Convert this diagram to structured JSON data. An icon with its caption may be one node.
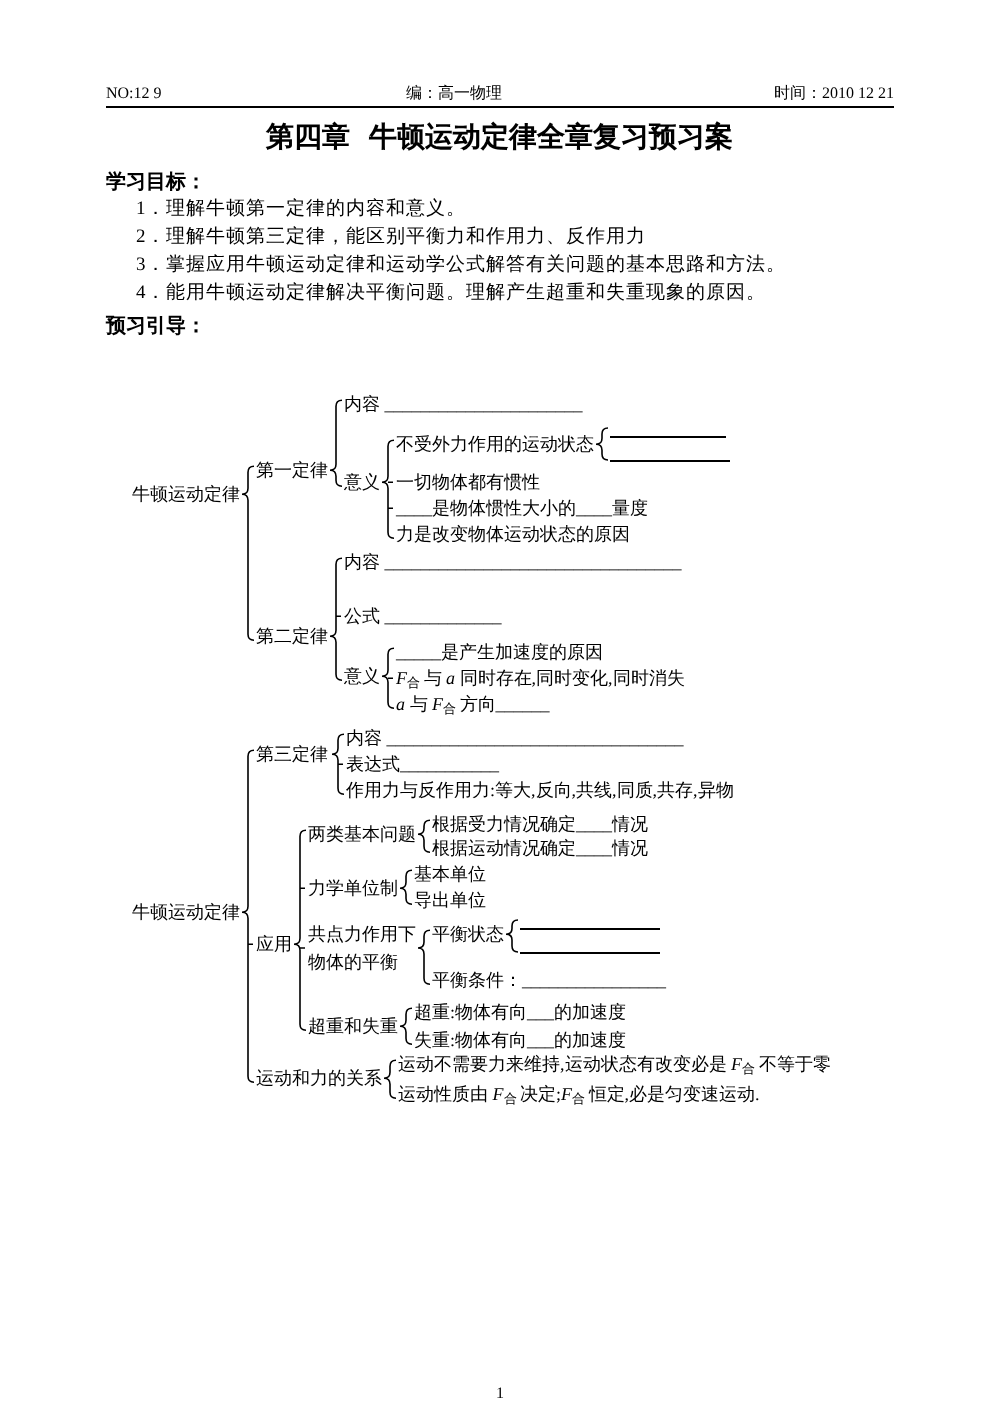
{
  "diagram": {
    "title": "第四章  牛顿运动定律全章复习预习案",
    "nodes": [
      {
        "text": [
          "牛顿运动定律"
        ]
      },
      {
        "text": [
          "第一定律"
        ]
      },
      {
        "text": [
          "内容 ______________________"
        ]
      },
      {
        "text": [
          "意义"
        ]
      },
      {
        "text": [
          "不受外力作用的运动状态"
        ]
      },
      {
        "text": [],
        "shape": "line"
      },
      {
        "text": [],
        "shape": "line"
      },
      {
        "text": [
          "一切物体都有惯性"
        ]
      },
      {
        "text": [
          "____是物体惯性大小的____量度"
        ]
      },
      {
        "text": [
          "力是改变物体运动状态的原因"
        ]
      },
      {
        "text": [
          "第二定律"
        ]
      },
      {
        "text": [
          "内容 _________________________________"
        ]
      },
      {
        "text": [
          "公式 _____________"
        ]
      },
      {
        "text": [
          "意义"
        ]
      },
      {
        "text": [
          "_____是产生加速度的原因"
        ]
      },
      {
        "text": [
          "*F*$_{合}$ 与 *a* 同时存在,同时变化,同时消失"
        ]
      },
      {
        "text": [
          "*a* 与 *F*$_{合}$ 方向______"
        ]
      },
      {
        "text": [
          "牛顿运动定律"
        ]
      },
      {
        "text": [
          "第三定律"
        ]
      },
      {
        "text": [
          "内容 _________________________________"
        ]
      },
      {
        "text": [
          "表达式___________"
        ]
      },
      {
        "text": [
          "作用力与反作用力:等大,反向,共线,同质,共存,异物"
        ]
      },
      {
        "text": [
          "应用"
        ]
      },
      {
        "text": [
          "两类基本问题"
        ]
      },
      {
        "text": [
          "根据受力情况确定____情况"
        ]
      },
      {
        "text": [
          "根据运动情况确定____情况"
        ]
      },
      {
        "text": [
          "力学单位制"
        ]
      },
      {
        "text": [
          "基本单位"
        ]
      },
      {
        "text": [
          "导出单位"
        ]
      },
      {
        "text": [
          "共点力作用下物体的平衡"
        ]
      },
      {
        "text": [
          "平衡状态"
        ]
      },
      {
        "text": [],
        "shape": "line"
      },
      {
        "text": [],
        "shape": "line"
      },
      {
        "text": [
          "平衡条件：________________"
        ]
      },
      {
        "text": [
          "超重和失重"
        ]
      },
      {
        "text": [
          "超重:物体有向___的加速度"
        ]
      },
      {
        "text": [
          "失重:物体有向___的加速度"
        ]
      },
      {
        "text": [
          "运动和力的关系"
        ]
      },
      {
        "text": [
          "运动不需要力来维持,运动状态有改变必是 *F*$_{合}$ 不等于零"
        ]
      },
      {
        "text": [
          "运动性质由 *F*$_{合}$ 决定;*F*$_{合}$ 恒定,必是匀变速运动."
        ]
      }
    ],
    "edges": [
      {
        "from": 0,
        "to": 1,
        "arrow": "none"
      },
      {
        "from": 0,
        "to": 10,
        "arrow": "none"
      },
      {
        "from": 1,
        "to": 2,
        "arrow": "none"
      },
      {
        "from": 1,
        "to": 3,
        "arrow": "none"
      },
      {
        "from": 3,
        "to": 4,
        "arrow": "none"
      },
      {
        "from": 3,
        "to": 7,
        "arrow": "none"
      },
      {
        "from": 3,
        "to": 8,
        "arrow": "none"
      },
      {
        "from": 3,
        "to": 9,
        "arrow": "none"
      },
      {
        "from": 4,
        "to": 5,
        "arrow": "none"
      },
      {
        "from": 4,
        "to": 6,
        "arrow": "none"
      },
      {
        "from": 10,
        "to": 11,
        "arrow": "none"
      },
      {
        "from": 10,
        "to": 12,
        "arrow": "none"
      },
      {
        "from": 10,
        "to": 13,
        "arrow": "none"
      },
      {
        "from": 13,
        "to": 14,
        "arrow": "none"
      },
      {
        "from": 13,
        "to": 15,
        "arrow": "none"
      },
      {
        "from": 13,
        "to": 16,
        "arrow": "none"
      },
      {
        "from": 17,
        "to": 18,
        "arrow": "none"
      },
      {
        "from": 17,
        "to": 22,
        "arrow": "none"
      },
      {
        "from": 17,
        "to": 37,
        "arrow": "none"
      },
      {
        "from": 18,
        "to": 19,
        "arrow": "none"
      },
      {
        "from": 18,
        "to": 20,
        "arrow": "none"
      },
      {
        "from": 18,
        "to": 21,
        "arrow": "none"
      },
      {
        "from": 22,
        "to": 23,
        "arrow": "none"
      },
      {
        "from": 22,
        "to": 26,
        "arrow": "none"
      },
      {
        "from": 22,
        "to": 29,
        "arrow": "none"
      },
      {
        "from": 22,
        "to": 34,
        "arrow": "none"
      },
      {
        "from": 23,
        "to": 24,
        "arrow": "none"
      },
      {
        "from": 23,
        "to": 25,
        "arrow": "none"
      },
      {
        "from": 26,
        "to": 27,
        "arrow": "none"
      },
      {
        "from": 26,
        "to": 28,
        "arrow": "none"
      },
      {
        "from": 29,
        "to": 30,
        "arrow": "none"
      },
      {
        "from": 29,
        "to": 33,
        "arrow": "none"
      },
      {
        "from": 30,
        "to": 31,
        "arrow": "none"
      },
      {
        "from": 30,
        "to": 32,
        "arrow": "none"
      },
      {
        "from": 34,
        "to": 35,
        "arrow": "none"
      },
      {
        "from": 34,
        "to": 36,
        "arrow": "none"
      },
      {
        "from": 37,
        "to": 38,
        "arrow": "none"
      },
      {
        "from": 37,
        "to": 39,
        "arrow": "none"
      }
    ],
    "labels": [
      "NO:12 9",
      "编：高一物理",
      "时间：2010 12 21",
      "学习目标：",
      "1．理解牛顿第一定律的内容和意义。",
      "2．理解牛顿第三定律，能区别平衡力和作用力、反作用力",
      "3．掌握应用牛顿运动定律和运动学公式解答有关问题的基本思路和方法。",
      "4．能用牛顿运动定律解决平衡问题。理解产生超重和失重现象的原因。",
      "预习引导：",
      "1"
    ]
  }
}
